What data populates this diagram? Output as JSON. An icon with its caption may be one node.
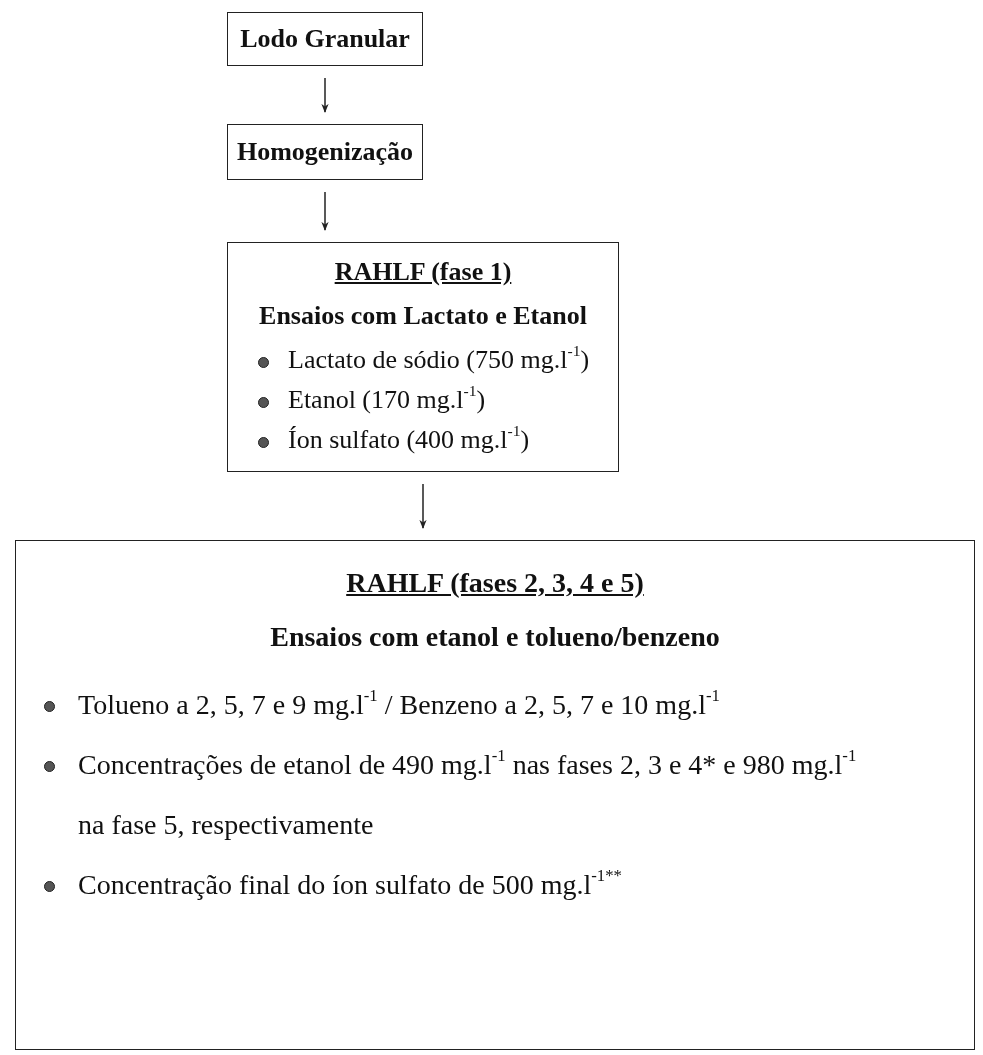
{
  "diagram": {
    "nodes": [
      {
        "text": [
          "Lodo Granular"
        ]
      },
      {
        "text": [
          "Homogenização"
        ]
      },
      {
        "text": [
          "RAHLF (fase 1)",
          "Ensaios com Lactato e Etanol",
          "Lactato de sódio (750 mg.l$^{-1}$)",
          "Etanol (170 mg.l$^{-1}$)",
          "Íon sulfato (400 mg.l$^{-1}$)"
        ]
      },
      {
        "text": [
          "RAHLF (fases 2, 3, 4 e 5)",
          "Ensaios com etanol e tolueno/benzeno",
          "Tolueno a 2, 5, 7 e 9 mg.l$^{-1}$ / Benzeno a 2, 5, 7 e 10 mg.l$^{-1}$",
          "Concentrações de etanol de 490 mg.l$^{-1}$ nas fases 2, 3 e 4* e 980 mg.l$^{-1}$ na fase 5, respectivamente",
          "Concentração final do íon sulfato de 500 mg.l$^{-1**}$"
        ]
      }
    ],
    "edges": [
      {
        "from": 0,
        "to": 1,
        "arrow": "to"
      },
      {
        "from": 1,
        "to": 2,
        "arrow": "to"
      },
      {
        "from": 2,
        "to": 3,
        "arrow": "to"
      }
    ]
  }
}
